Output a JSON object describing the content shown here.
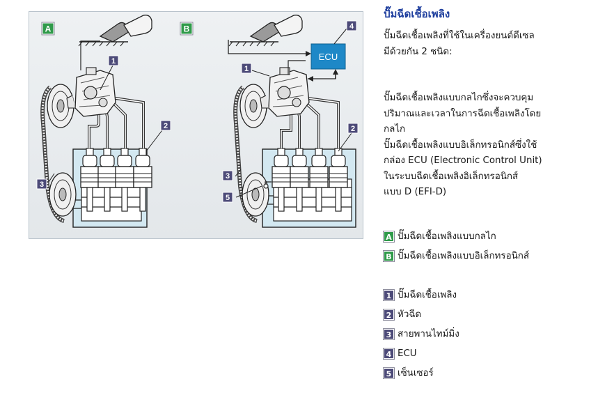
{
  "figure": {
    "panel_a_tag": "A",
    "panel_b_tag": "B",
    "ecu_label": "ECU",
    "callouts": {
      "a1": "1",
      "a2": "2",
      "a3": "3",
      "b1": "1",
      "b2": "2",
      "b3": "3",
      "b4": "4",
      "b5": "5"
    }
  },
  "text": {
    "title": "ปั๊มฉีดเชื้อเพลิง",
    "intro_lines": [
      "ปั๊มฉีดเชื้อเพลิงที่ใช้ในเครื่องยนต์ดีเซล",
      "มีด้วยกัน 2 ชนิด:"
    ],
    "type_lines": [
      "ปั๊มฉีดเชื้อเพลิงแบบกลไกซึ่งจะควบคุม",
      "ปริมาณและเวลาในการฉีดเชื้อเพลิงโดย",
      "กลไก",
      "ปั๊มฉีดเชื้อเพลิงแบบอิเล็กทรอนิกส์ซึ่งใช้",
      "กล่อง ECU (Electronic Control Unit)",
      "ในระบบฉีดเชื้อเพลิงอิเล็กทรอนิกส์",
      "แบบ D (EFI-D)"
    ],
    "panel_legend": [
      {
        "tag": "A",
        "label": "ปั๊มฉีดเชื้อเพลิงแบบกลไก"
      },
      {
        "tag": "B",
        "label": "ปั๊มฉีดเชื้อเพลิงแบบอิเล็กทรอนิกส์"
      }
    ],
    "part_legend": [
      {
        "num": "1",
        "label": "ปั๊มฉีดเชื้อเพลิง"
      },
      {
        "num": "2",
        "label": "หัวฉีด"
      },
      {
        "num": "3",
        "label": "สายพานไทม์มิ่ง"
      },
      {
        "num": "4",
        "label": "ECU"
      },
      {
        "num": "5",
        "label": "เซ็นเซอร์"
      }
    ]
  },
  "colors": {
    "title": "#1f3f9e",
    "ecu_box": "#1e88c7",
    "tag_green": "#2f9a4a",
    "tag_number": "#4c4a78",
    "engine_block": "#d3e8f1"
  }
}
